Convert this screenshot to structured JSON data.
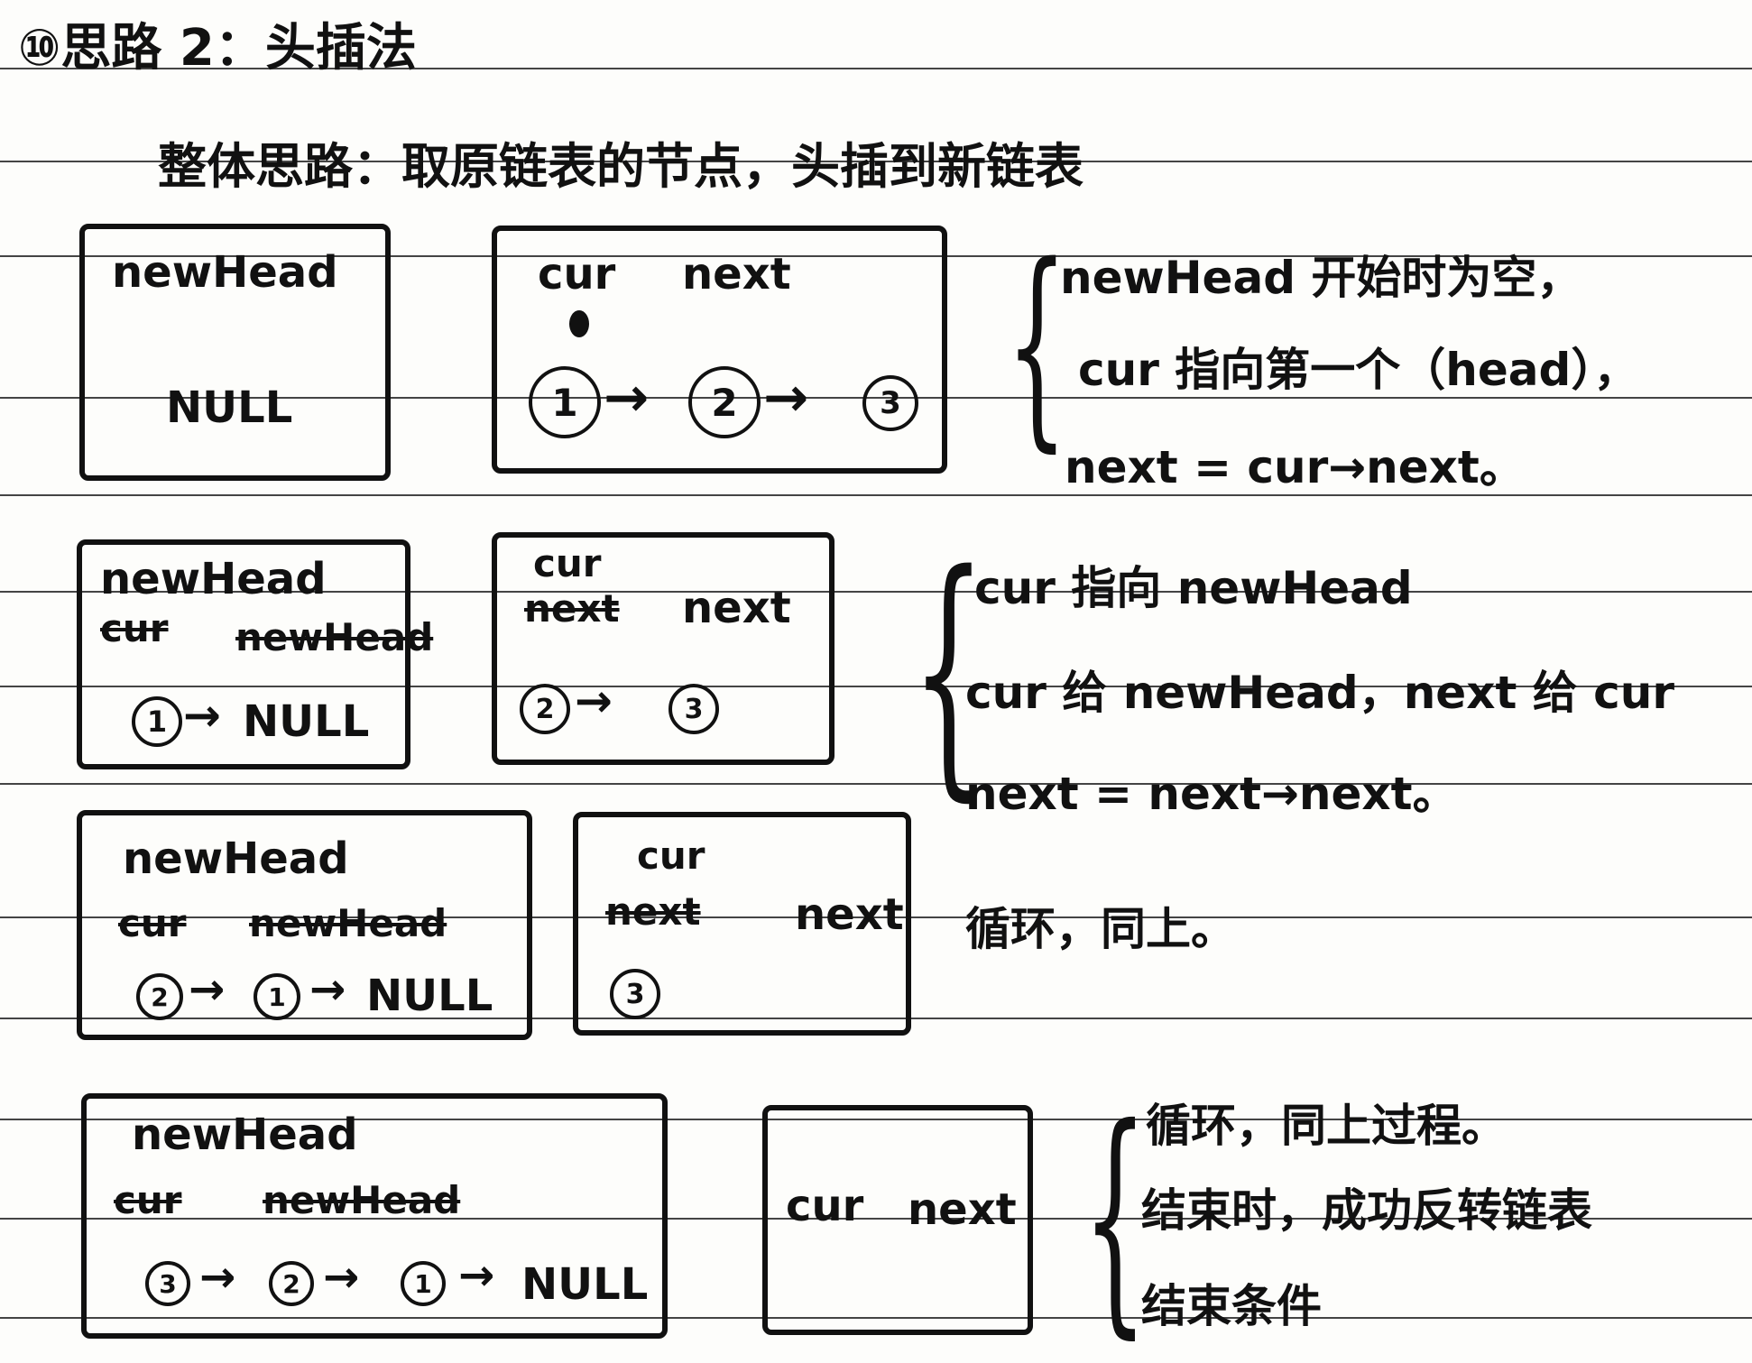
{
  "header": {
    "marker": "⑩",
    "title": "思路 2：头插法",
    "overall_label": "整体思路：取原链表的节点，头插到新链表"
  },
  "steps": [
    {
      "left_box": {
        "head_label": "newHead",
        "list_text": "NULL"
      },
      "right_box": {
        "cur_label": "cur",
        "next_label": "next",
        "nodes": [
          "1",
          "2",
          "3"
        ]
      },
      "notes": [
        "newHead 开始时为空，",
        "cur 指向第一个（head），",
        "next = cur→next。"
      ]
    },
    {
      "left_box": {
        "head_label": "newHead",
        "struck_left": "cur",
        "struck_right": "newHead",
        "nodes": [
          "1"
        ],
        "tail": "NULL"
      },
      "right_box": {
        "cur_label": "cur",
        "struck_label": "next",
        "next_label": "next",
        "nodes": [
          "2",
          "3"
        ]
      },
      "notes": [
        "cur 指向 newHead",
        "cur 给 newHead，next 给 cur",
        "next = next→next。"
      ]
    },
    {
      "left_box": {
        "head_label": "newHead",
        "struck_left": "cur",
        "struck_right": "newHead",
        "nodes": [
          "2",
          "1"
        ],
        "tail": "NULL"
      },
      "right_box": {
        "cur_label": "cur",
        "struck_label": "next",
        "next_label": "next",
        "nodes": [
          "3"
        ]
      },
      "notes": [
        "循环，同上。"
      ]
    },
    {
      "left_box": {
        "head_label": "newHead",
        "struck_left": "cur",
        "struck_right": "newHead",
        "nodes": [
          "3",
          "2",
          "1"
        ],
        "tail": "NULL"
      },
      "right_box": {
        "cur_label": "cur",
        "next_label": "next"
      },
      "notes": [
        "循环，同上过程。",
        "结束时，成功反转链表",
        "结束条件"
      ]
    }
  ],
  "glyphs": {
    "arrow": "→",
    "brace": "{"
  }
}
